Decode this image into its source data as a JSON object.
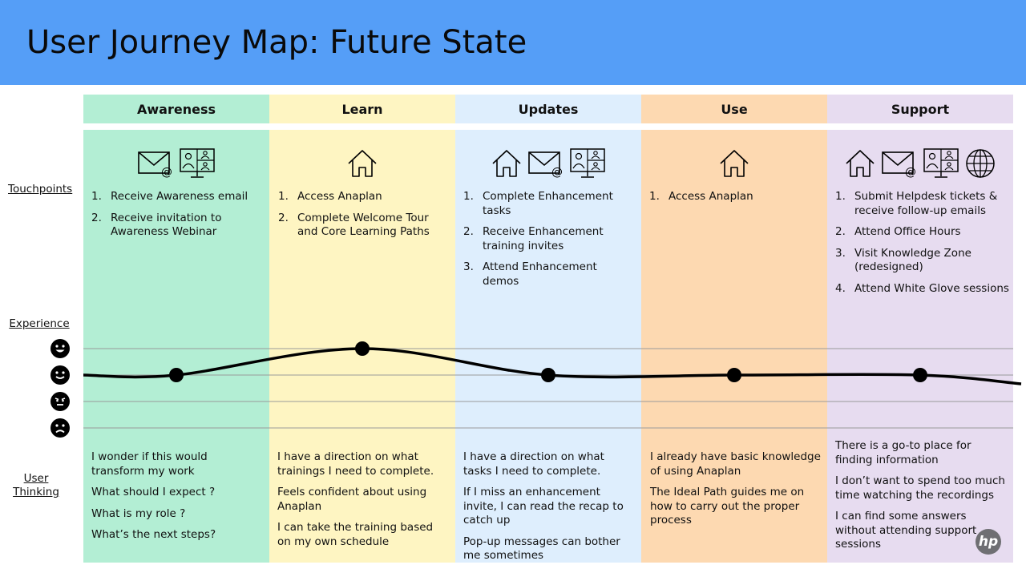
{
  "title": "User Journey Map: Future State",
  "row_labels": {
    "touchpoints": "Touchpoints",
    "experience": "Experience",
    "thinking_line1": "User",
    "thinking_line2": "Thinking"
  },
  "colors": {
    "banner": "#559ef7",
    "awareness": "#b3eed4",
    "learn": "#fef5c2",
    "updates": "#deeefd",
    "use": "#fdd9b1",
    "support": "#e7dcf0"
  },
  "stages": [
    {
      "name": "Awareness",
      "icons": [
        "email-icon",
        "meeting-icon"
      ],
      "touchpoints": [
        {
          "num": "1.",
          "text": "Receive Awareness email"
        },
        {
          "num": "2.",
          "text": "Receive invitation to Awareness Webinar"
        }
      ],
      "thinking": [
        "I wonder if this would transform my work",
        "What should I expect ?",
        "What is my role ?",
        "What’s the next steps?"
      ]
    },
    {
      "name": "Learn",
      "icons": [
        "home-icon"
      ],
      "touchpoints": [
        {
          "num": "1.",
          "text": "Access Anaplan"
        },
        {
          "num": "2.",
          "text": "Complete Welcome Tour and Core Learning Paths"
        }
      ],
      "thinking": [
        "I have a direction on what trainings I need to complete.",
        "Feels confident about using Anaplan",
        "I can take the training based on my own schedule"
      ]
    },
    {
      "name": "Updates",
      "icons": [
        "home-icon",
        "email-icon",
        "meeting-icon"
      ],
      "touchpoints": [
        {
          "num": "1.",
          "text": "Complete Enhancement tasks"
        },
        {
          "num": "2.",
          "text": "Receive Enhancement training invites"
        },
        {
          "num": "3.",
          "text": "Attend Enhancement demos"
        }
      ],
      "thinking": [
        "I have a direction on what tasks I need to complete.",
        "If I miss an enhancement invite, I can read the recap to catch up",
        "Pop-up messages can bother me sometimes"
      ]
    },
    {
      "name": "Use",
      "icons": [
        "home-icon"
      ],
      "touchpoints": [
        {
          "num": "1.",
          "text": "Access Anaplan"
        }
      ],
      "thinking": [
        "I already have basic knowledge of using Anaplan",
        "The Ideal Path guides me on how to carry out the proper process"
      ]
    },
    {
      "name": "Support",
      "icons": [
        "home-icon",
        "email-icon",
        "meeting-icon",
        "globe-icon"
      ],
      "touchpoints": [
        {
          "num": "1.",
          "text": "Submit Helpdesk tickets & receive follow-up emails"
        },
        {
          "num": "2.",
          "text": "Attend Office Hours"
        },
        {
          "num": "3.",
          "text": "Visit Knowledge Zone (redesigned)"
        },
        {
          "num": "4.",
          "text": "Attend White Glove sessions"
        }
      ],
      "thinking": [
        "There is a go-to place for finding information",
        "I don’t want to spend too much time watching the recordings",
        "I can find some answers without attending support sessions"
      ]
    }
  ],
  "chart_data": {
    "type": "line",
    "levels": [
      "very-happy",
      "happy",
      "neutral",
      "sad"
    ],
    "x": [
      "Awareness",
      "Learn",
      "Updates",
      "Use",
      "Support"
    ],
    "y": [
      2,
      3,
      2,
      2,
      2
    ],
    "ylim": [
      0,
      3
    ]
  },
  "logo_text": "hp"
}
